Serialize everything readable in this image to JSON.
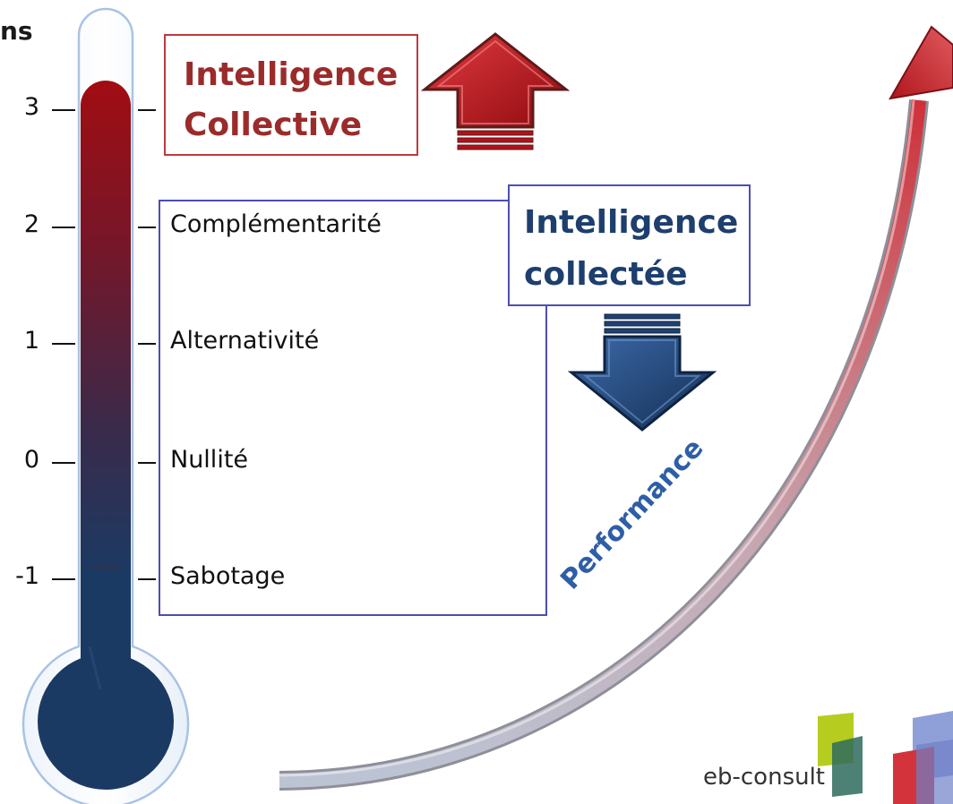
{
  "partial_title": "ns",
  "scale": [
    {
      "number": "3",
      "label": ""
    },
    {
      "number": "2",
      "label": "Complémentarité"
    },
    {
      "number": "1",
      "label": "Alternativité"
    },
    {
      "number": "0",
      "label": "Nullité"
    },
    {
      "number": "-1",
      "label": "Sabotage"
    }
  ],
  "intelligence_collective": {
    "line1": "Intelligence",
    "line2": "Collective"
  },
  "intelligence_collectee": {
    "line1": "Intelligence",
    "line2": "collectée"
  },
  "performance_label": "Performance",
  "logo_text": "eb-consult",
  "colors": {
    "thermo_top": "#a10d12",
    "thermo_bottom": "#1b3a63",
    "up_arrow": "#c0141b",
    "down_arrow": "#1e4272",
    "red_text": "#9b2b2b",
    "blue_text": "#1e3f6e",
    "box_red_border": "#c0393b",
    "box_blue_border": "#4b4fb0"
  },
  "icons": {
    "up_arrow": "up-arrow-icon",
    "down_arrow": "down-arrow-icon",
    "thermometer": "thermometer-icon",
    "performance_arrow": "curved-arrow-icon",
    "logo": "eb-consult-logo"
  }
}
